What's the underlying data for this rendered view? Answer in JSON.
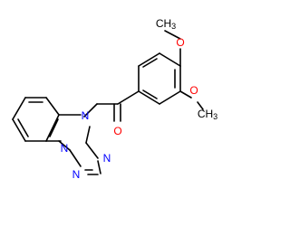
{
  "colors": {
    "background": "#ffffff",
    "bond": "#000000",
    "carbon_text": "#000000",
    "oxygen": "#ff0000",
    "nitrogen": "#0000ff"
  },
  "labels": {
    "methyl_top": "CH3",
    "methyl_top_prefix": "CH",
    "methyl_top_subscript": "3",
    "oxygen_top": "O",
    "oxygen_mid": "O",
    "methyl_right": "CH3",
    "methyl_right_prefix": "CH",
    "methyl_right_subscript": "3",
    "carbonyl_oxygen": "O",
    "ring_nitrogen_upper": "N",
    "ring_nitrogen_lower": "N",
    "triazole_nitrogen_1": "N",
    "triazole_nitrogen_2": "N"
  }
}
